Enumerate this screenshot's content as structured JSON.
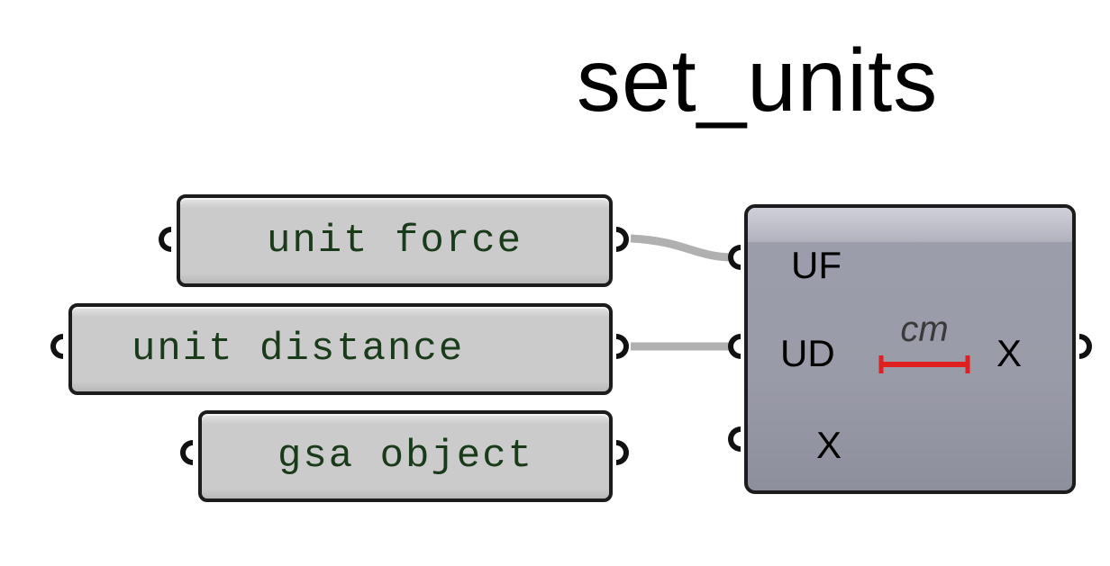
{
  "title": "set_units",
  "panels": [
    {
      "text": "unit force"
    },
    {
      "text": "unit distance"
    },
    {
      "text": "gsa object"
    }
  ],
  "component": {
    "inputs": [
      "UF",
      "UD",
      "X"
    ],
    "outputs": [
      "X"
    ],
    "icon": "cm-ruler-icon",
    "icon_text": "cm",
    "icon_color": "#e02020"
  },
  "colors": {
    "wire": "#b0b0b0",
    "panel_text": "#1a3b1a",
    "component_body": "#9c9eab"
  }
}
